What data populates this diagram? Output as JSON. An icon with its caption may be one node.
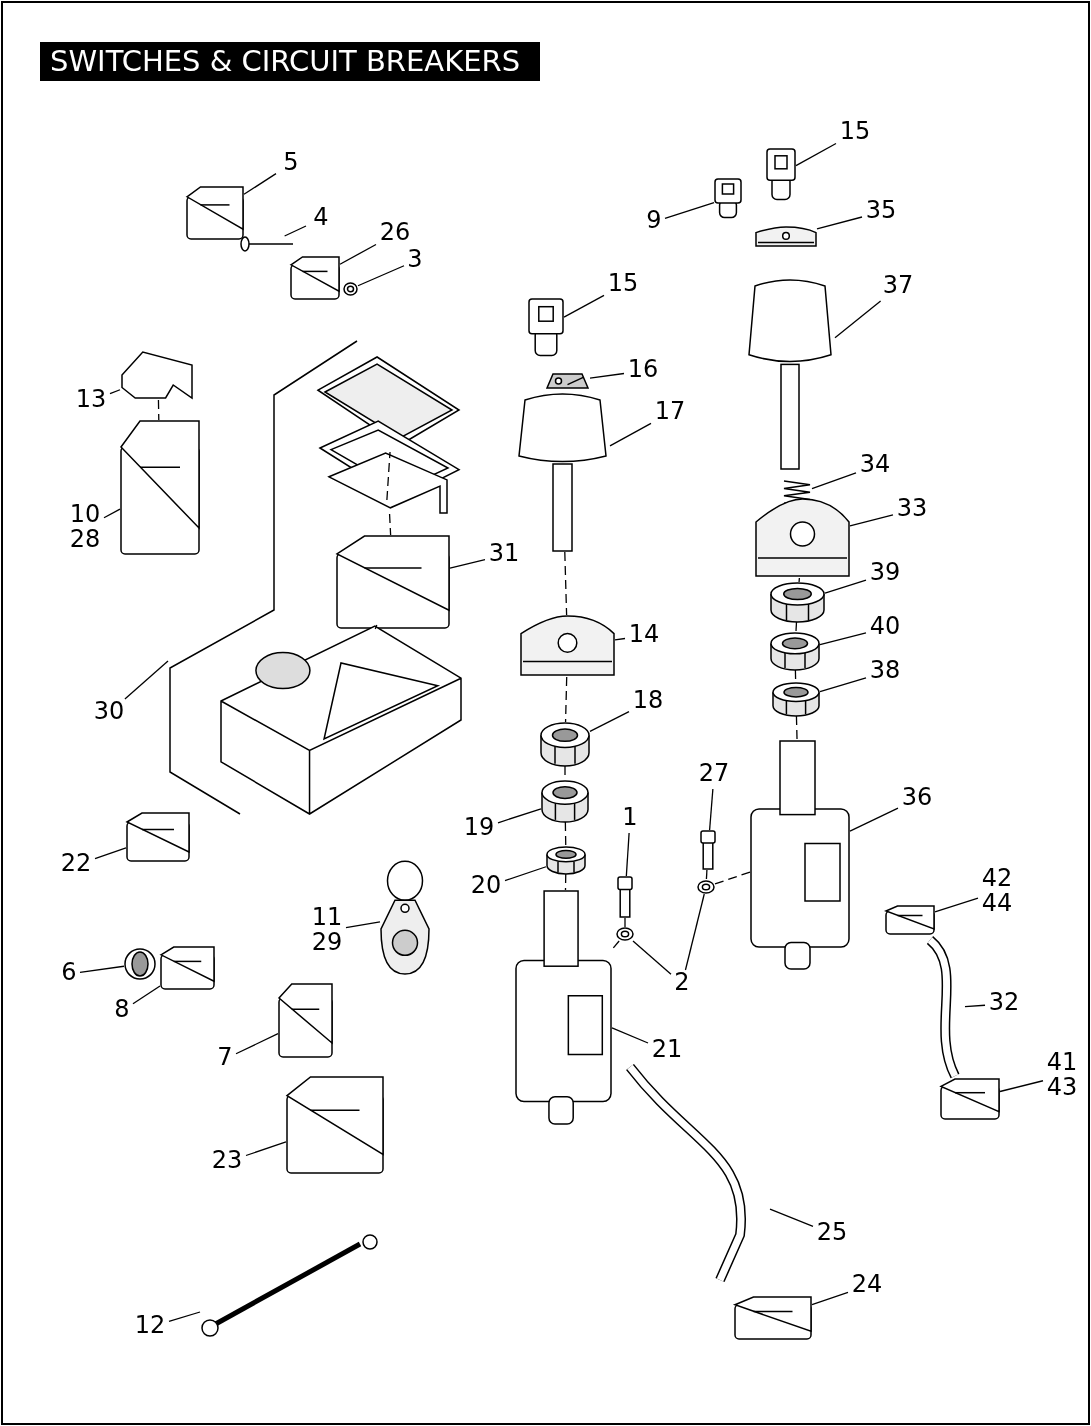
{
  "diagram": {
    "title": "SWITCHES & CIRCUIT BREAKERS",
    "nodes": [
      {
        "text": [
          "5"
        ]
      },
      {
        "text": [],
        "shape": "picture"
      },
      {
        "text": [
          "4"
        ]
      },
      {
        "text": [],
        "shape": "picture"
      },
      {
        "text": [
          "26"
        ]
      },
      {
        "text": [],
        "shape": "picture"
      },
      {
        "text": [
          "3"
        ]
      },
      {
        "text": [],
        "shape": "picture"
      },
      {
        "text": [
          "15"
        ]
      },
      {
        "text": [],
        "shape": "picture"
      },
      {
        "text": [
          "9"
        ]
      },
      {
        "text": [],
        "shape": "picture"
      },
      {
        "text": [
          "35"
        ]
      },
      {
        "text": [],
        "shape": "picture"
      },
      {
        "text": [
          "37"
        ]
      },
      {
        "text": [],
        "shape": "picture"
      },
      {
        "text": [
          "15"
        ]
      },
      {
        "text": [],
        "shape": "picture"
      },
      {
        "text": [
          "13"
        ]
      },
      {
        "text": [],
        "shape": "picture"
      },
      {
        "text": [
          "16"
        ]
      },
      {
        "text": [],
        "shape": "picture"
      },
      {
        "text": [
          "17"
        ]
      },
      {
        "text": [],
        "shape": "picture"
      },
      {
        "text": [
          "34"
        ]
      },
      {
        "text": [],
        "shape": "picture"
      },
      {
        "text": [
          "33"
        ]
      },
      {
        "text": [],
        "shape": "picture"
      },
      {
        "text": [
          "10",
          "28"
        ]
      },
      {
        "text": [],
        "shape": "picture"
      },
      {
        "text": [
          "31"
        ]
      },
      {
        "text": [],
        "shape": "picture"
      },
      {
        "text": [
          "39"
        ]
      },
      {
        "text": [],
        "shape": "picture"
      },
      {
        "text": [
          "14"
        ]
      },
      {
        "text": [],
        "shape": "picture"
      },
      {
        "text": [
          "40"
        ]
      },
      {
        "text": [],
        "shape": "picture"
      },
      {
        "text": [
          "38"
        ]
      },
      {
        "text": [],
        "shape": "picture"
      },
      {
        "text": [
          "18"
        ]
      },
      {
        "text": [],
        "shape": "picture"
      },
      {
        "text": [
          "30"
        ]
      },
      {
        "text": [],
        "shape": "bracket"
      },
      {
        "text": [
          "27"
        ]
      },
      {
        "text": [],
        "shape": "picture"
      },
      {
        "text": [
          "36"
        ]
      },
      {
        "text": [],
        "shape": "picture"
      },
      {
        "text": [
          "1"
        ]
      },
      {
        "text": [],
        "shape": "picture"
      },
      {
        "text": [
          "19"
        ]
      },
      {
        "text": [],
        "shape": "picture"
      },
      {
        "text": [
          "22"
        ]
      },
      {
        "text": [],
        "shape": "picture"
      },
      {
        "text": [
          "20"
        ]
      },
      {
        "text": [],
        "shape": "picture"
      },
      {
        "text": [
          "42",
          "44"
        ]
      },
      {
        "text": [],
        "shape": "picture"
      },
      {
        "text": [
          "11",
          "29"
        ]
      },
      {
        "text": [],
        "shape": "picture"
      },
      {
        "text": [
          "6"
        ]
      },
      {
        "text": [],
        "shape": "picture"
      },
      {
        "text": [
          "2"
        ]
      },
      {
        "text": [],
        "shape": "picture"
      },
      {
        "text": [],
        "shape": "picture"
      },
      {
        "text": [
          "8"
        ]
      },
      {
        "text": [],
        "shape": "picture"
      },
      {
        "text": [
          "32"
        ]
      },
      {
        "text": [],
        "shape": "picture"
      },
      {
        "text": [
          "7"
        ]
      },
      {
        "text": [],
        "shape": "picture"
      },
      {
        "text": [
          "21"
        ]
      },
      {
        "text": [],
        "shape": "picture"
      },
      {
        "text": [
          "41",
          "43"
        ]
      },
      {
        "text": [],
        "shape": "picture"
      },
      {
        "text": [
          "23"
        ]
      },
      {
        "text": [],
        "shape": "picture"
      },
      {
        "text": [
          "25"
        ]
      },
      {
        "text": [],
        "shape": "picture"
      },
      {
        "text": [
          "24"
        ]
      },
      {
        "text": [],
        "shape": "picture"
      },
      {
        "text": [
          "12"
        ]
      },
      {
        "text": [],
        "shape": "picture"
      },
      {
        "text": [],
        "shape": "picture"
      },
      {
        "text": [],
        "shape": "picture"
      },
      {
        "text": [],
        "shape": "picture"
      },
      {
        "text": [],
        "shape": "picture"
      }
    ],
    "edges": [
      {
        "from": 0,
        "to": 1,
        "arrow": "none"
      },
      {
        "from": 2,
        "to": 3,
        "arrow": "none"
      },
      {
        "from": 4,
        "to": 5,
        "arrow": "none"
      },
      {
        "from": 6,
        "to": 7,
        "arrow": "none"
      },
      {
        "from": 8,
        "to": 9,
        "arrow": "none"
      },
      {
        "from": 10,
        "to": 11,
        "arrow": "none"
      },
      {
        "from": 12,
        "to": 13,
        "arrow": "none"
      },
      {
        "from": 14,
        "to": 15,
        "arrow": "none"
      },
      {
        "from": 16,
        "to": 17,
        "arrow": "none"
      },
      {
        "from": 18,
        "to": 19,
        "arrow": "none"
      },
      {
        "from": 20,
        "to": 21,
        "arrow": "none"
      },
      {
        "from": 22,
        "to": 23,
        "arrow": "none"
      },
      {
        "from": 24,
        "to": 25,
        "arrow": "none"
      },
      {
        "from": 26,
        "to": 27,
        "arrow": "none"
      },
      {
        "from": 28,
        "to": 29,
        "arrow": "none"
      },
      {
        "from": 30,
        "to": 31,
        "arrow": "none"
      },
      {
        "from": 32,
        "to": 33,
        "arrow": "none"
      },
      {
        "from": 34,
        "to": 35,
        "arrow": "none"
      },
      {
        "from": 36,
        "to": 37,
        "arrow": "none"
      },
      {
        "from": 38,
        "to": 39,
        "arrow": "none"
      },
      {
        "from": 40,
        "to": 41,
        "arrow": "none"
      },
      {
        "from": 42,
        "to": 43,
        "arrow": "none"
      },
      {
        "from": 44,
        "to": 45,
        "arrow": "none"
      },
      {
        "from": 46,
        "to": 47,
        "arrow": "none"
      },
      {
        "from": 48,
        "to": 49,
        "arrow": "none"
      },
      {
        "from": 50,
        "to": 51,
        "arrow": "none"
      },
      {
        "from": 52,
        "to": 53,
        "arrow": "none"
      },
      {
        "from": 54,
        "to": 55,
        "arrow": "none"
      },
      {
        "from": 56,
        "to": 57,
        "arrow": "none"
      },
      {
        "from": 58,
        "to": 59,
        "arrow": "none"
      },
      {
        "from": 60,
        "to": 61,
        "arrow": "none"
      },
      {
        "from": 62,
        "to": 63,
        "arrow": "none"
      },
      {
        "from": 62,
        "to": 64,
        "arrow": "none"
      },
      {
        "from": 65,
        "to": 66,
        "arrow": "none"
      },
      {
        "from": 67,
        "to": 68,
        "arrow": "none"
      },
      {
        "from": 69,
        "to": 70,
        "arrow": "none"
      },
      {
        "from": 71,
        "to": 72,
        "arrow": "none"
      },
      {
        "from": 73,
        "to": 74,
        "arrow": "none"
      },
      {
        "from": 75,
        "to": 76,
        "arrow": "none"
      },
      {
        "from": 77,
        "to": 78,
        "arrow": "none"
      },
      {
        "from": 79,
        "to": 80,
        "arrow": "none"
      },
      {
        "from": 81,
        "to": 82,
        "arrow": "none"
      },
      {
        "from": 19,
        "to": 29,
        "arrow": "none",
        "style": "dashed"
      },
      {
        "from": 84,
        "to": 85,
        "arrow": "none",
        "style": "dashed"
      },
      {
        "from": 85,
        "to": 31,
        "arrow": "none",
        "style": "dashed"
      },
      {
        "from": 31,
        "to": 86,
        "arrow": "none",
        "style": "dashed"
      },
      {
        "from": 23,
        "to": 35,
        "arrow": "none",
        "style": "dashed"
      },
      {
        "from": 35,
        "to": 41,
        "arrow": "none",
        "style": "dashed"
      },
      {
        "from": 41,
        "to": 51,
        "arrow": "none",
        "style": "dashed"
      },
      {
        "from": 51,
        "to": 55,
        "arrow": "none",
        "style": "dashed"
      },
      {
        "from": 55,
        "to": 72,
        "arrow": "none",
        "style": "dashed"
      },
      {
        "from": 27,
        "to": 33,
        "arrow": "none",
        "style": "dashed"
      },
      {
        "from": 33,
        "to": 37,
        "arrow": "none",
        "style": "dashed"
      },
      {
        "from": 37,
        "to": 39,
        "arrow": "none",
        "style": "dashed"
      },
      {
        "from": 39,
        "to": 47,
        "arrow": "none",
        "style": "dashed"
      },
      {
        "from": 45,
        "to": 64,
        "arrow": "none",
        "style": "dashed"
      },
      {
        "from": 64,
        "to": 47,
        "arrow": "none",
        "style": "dashed"
      },
      {
        "from": 49,
        "to": 63,
        "arrow": "none",
        "style": "dashed"
      },
      {
        "from": 63,
        "to": 72,
        "arrow": "none",
        "style": "dashed"
      }
    ]
  }
}
